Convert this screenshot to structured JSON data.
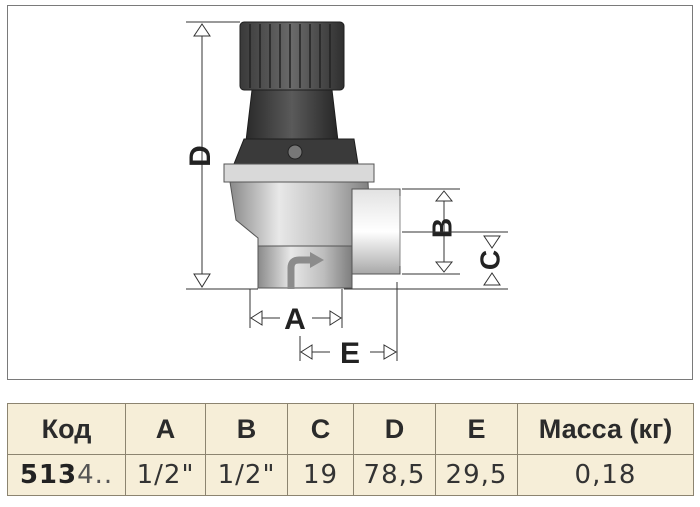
{
  "drawing": {
    "dimension_letters": [
      "D",
      "B",
      "C",
      "A",
      "E"
    ]
  },
  "table": {
    "headers": [
      "Код",
      "A",
      "B",
      "C",
      "D",
      "E",
      "Масса (кг)"
    ],
    "row": {
      "code_bold": "513",
      "code_rest": "4..",
      "cells": [
        "1/2\"",
        "1/2\"",
        "19",
        "78,5",
        "29,5",
        "0,18"
      ]
    }
  }
}
